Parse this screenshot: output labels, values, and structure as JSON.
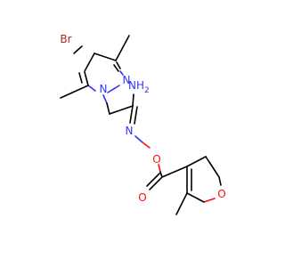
{
  "atoms": {
    "br": "Br",
    "n2": "N",
    "n1": "N",
    "nh2": "NH",
    "nh2_sub": "2",
    "n_oxime": "N",
    "o_link": "O",
    "o_carbonyl": "O",
    "o_furan": "O"
  },
  "colors": {
    "carbon": "#000000",
    "nitrogen": "#3333ff",
    "oxygen": "#ff0d0d",
    "bromine": "#a62929",
    "background": "#ffffff"
  }
}
